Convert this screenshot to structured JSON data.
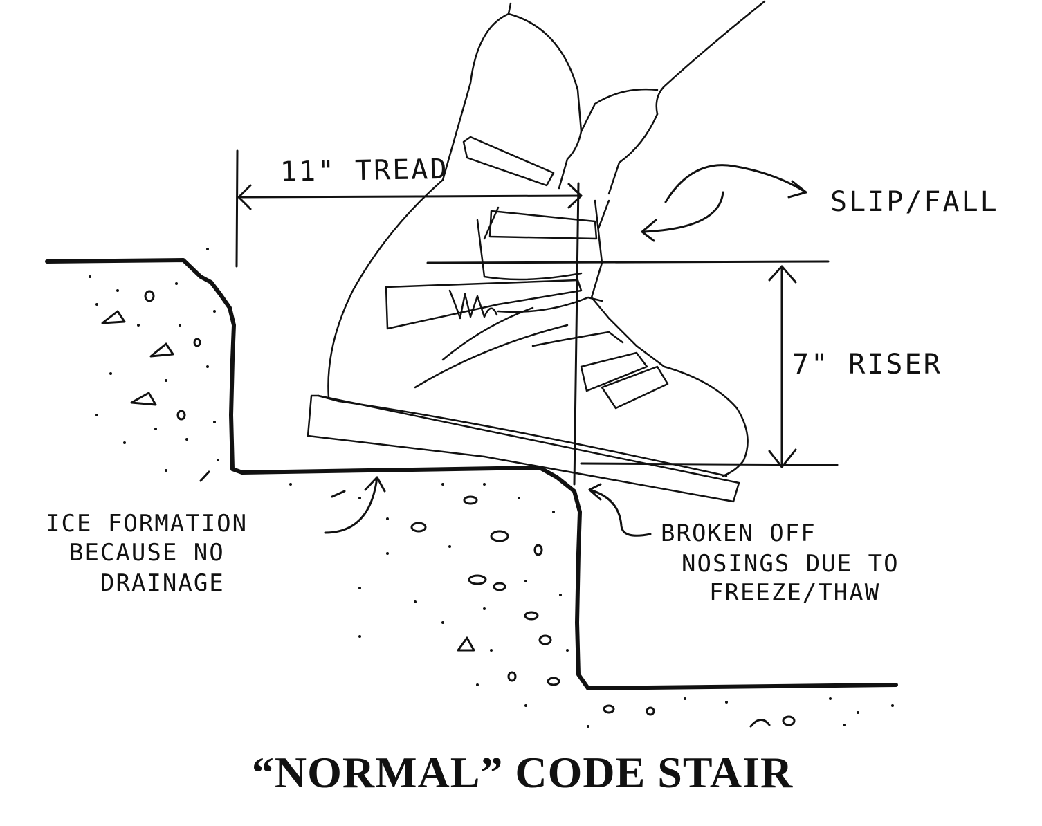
{
  "labels": {
    "tread": "11\" TREAD",
    "slip_fall": "SLIP/FALL",
    "riser": "7\" RISER",
    "ice_1": "ICE FORMATION",
    "ice_2": "BECAUSE NO",
    "ice_3": "DRAINAGE",
    "broken_1": "BROKEN OFF",
    "broken_2": "NOSINGS DUE TO",
    "broken_3": "FREEZE/THAW"
  },
  "title": "“NORMAL” CODE STAIR",
  "colors": {
    "ink": "#111111",
    "paper": "#ffffff"
  }
}
